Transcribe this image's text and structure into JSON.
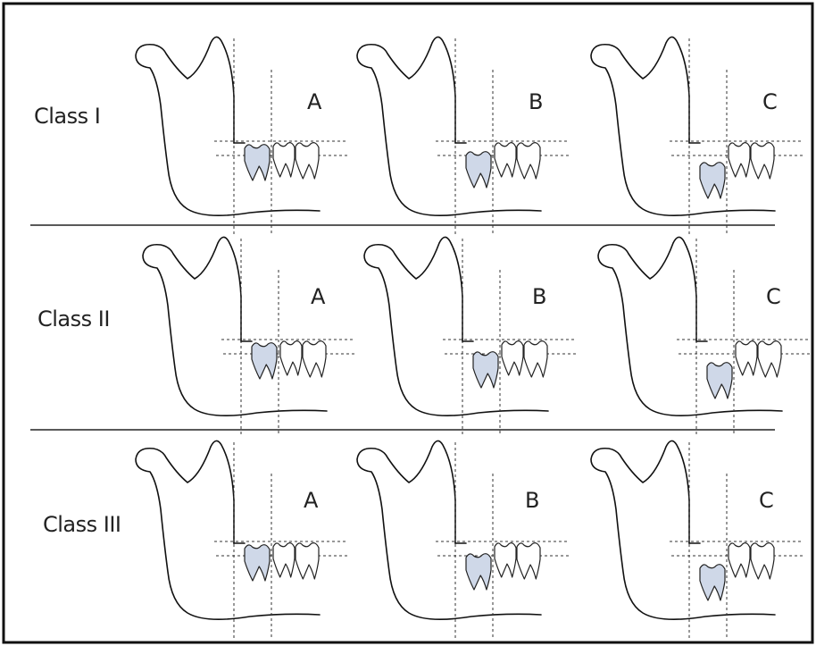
{
  "figure": {
    "rows": [
      {
        "label": "Class I",
        "panels": [
          "A",
          "B",
          "C"
        ]
      },
      {
        "label": "Class II",
        "panels": [
          "A",
          "B",
          "C"
        ]
      },
      {
        "label": "Class III",
        "panels": [
          "A",
          "B",
          "C"
        ]
      }
    ],
    "impacted_tooth_color": "#cfd8e8",
    "line_color": "#111111"
  }
}
